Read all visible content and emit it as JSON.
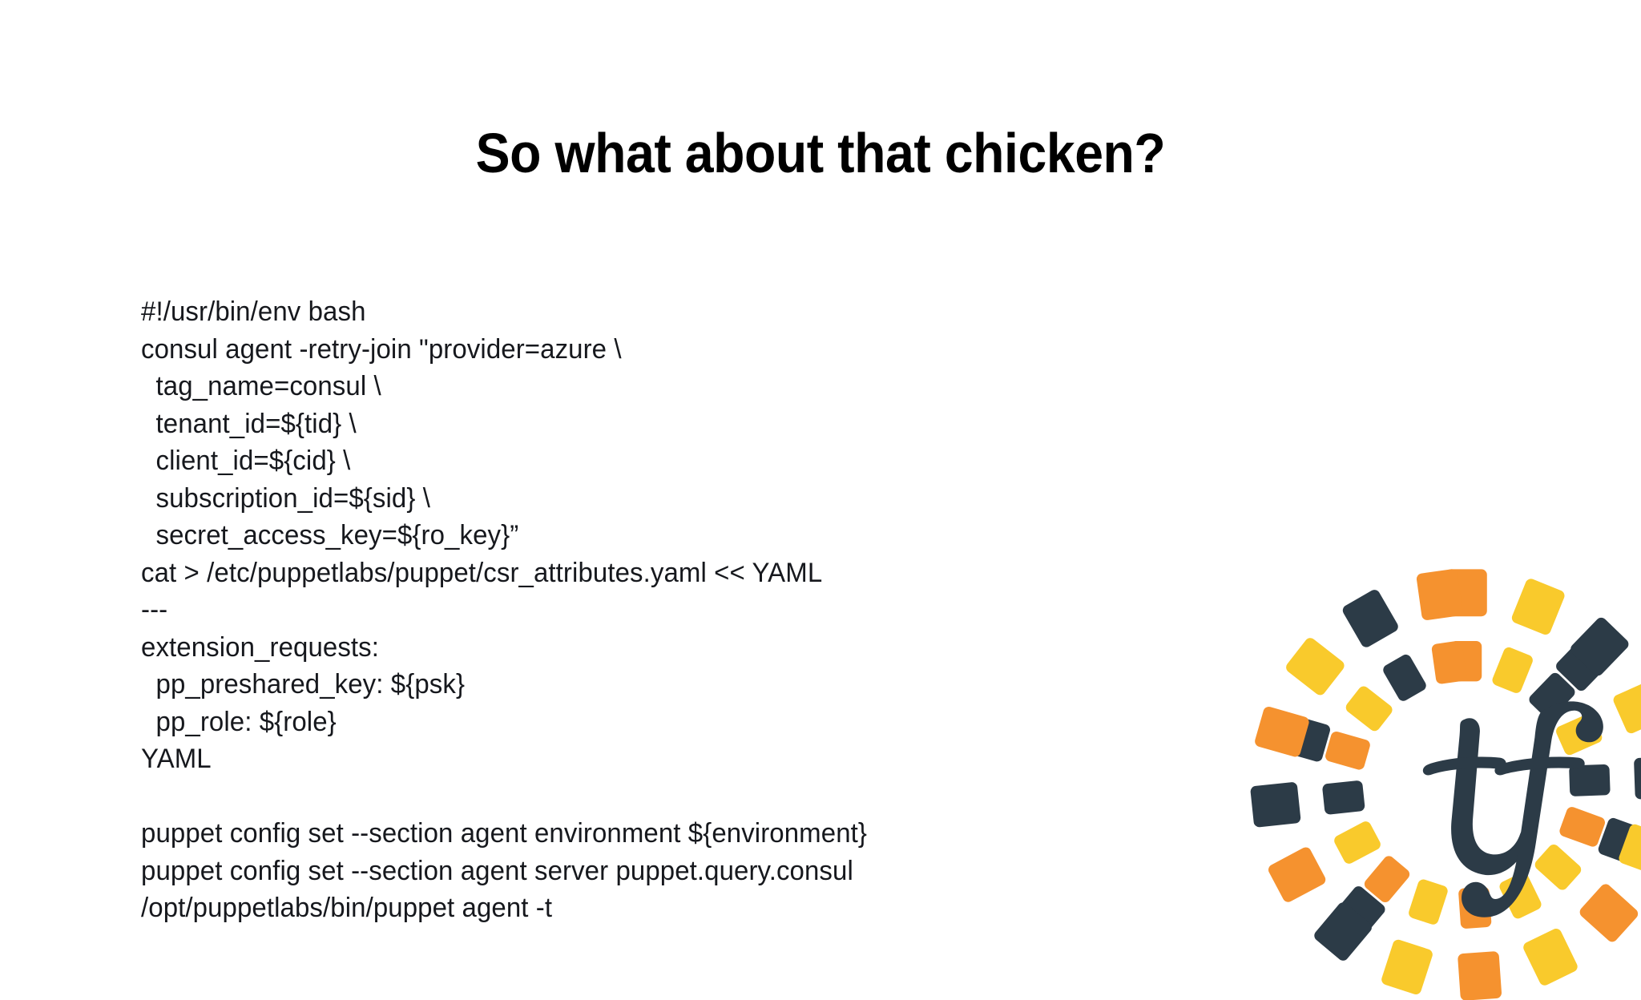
{
  "slide": {
    "background_color": "#ffffff",
    "title": "So what about that chicken?",
    "code_lines": [
      "#!/usr/bin/env bash",
      "consul agent -retry-join \"provider=azure \\",
      "  tag_name=consul \\",
      "  tenant_id=${tid} \\",
      "  client_id=${cid} \\",
      "  subscription_id=${sid} \\",
      "  secret_access_key=${ro_key}”",
      "cat > /etc/puppetlabs/puppet/csr_attributes.yaml << YAML",
      "---",
      "extension_requests:",
      "  pp_preshared_key: ${psk}",
      "  pp_role: ${role}",
      "YAML",
      "",
      "puppet config set --section agent environment ${environment}",
      "puppet config set --section agent server puppet.query.consul",
      "/opt/puppetlabs/bin/puppet agent -t"
    ],
    "text_color": "#16181d"
  },
  "logo": {
    "name": "terraform-logo",
    "monogram": "tf",
    "colors": {
      "orange": "#F5922F",
      "yellow": "#F9CA2C",
      "navy": "#2C3B47"
    },
    "inner_ring": [
      {
        "angle": -90,
        "color": "#F5922F"
      },
      {
        "angle": -68,
        "color": "#F9CA2C"
      },
      {
        "angle": -46,
        "color": "#2C3B47"
      },
      {
        "angle": -24,
        "color": "#F9CA2C"
      },
      {
        "angle": -2,
        "color": "#2C3B47"
      },
      {
        "angle": 20,
        "color": "#F5922F"
      },
      {
        "angle": 42,
        "color": "#F9CA2C"
      },
      {
        "angle": 64,
        "color": "#F9CA2C"
      },
      {
        "angle": 86,
        "color": "#F5922F"
      },
      {
        "angle": 108,
        "color": "#F9CA2C"
      },
      {
        "angle": 130,
        "color": "#F5922F"
      },
      {
        "angle": 152,
        "color": "#F9CA2C"
      },
      {
        "angle": 174,
        "color": "#2C3B47"
      },
      {
        "angle": 196,
        "color": "#F5922F"
      },
      {
        "angle": 218,
        "color": "#F9CA2C"
      },
      {
        "angle": 240,
        "color": "#2C3B47"
      },
      {
        "angle": 262,
        "color": "#F5922F"
      }
    ],
    "outer_ring": [
      {
        "angle": -90,
        "color": "#F5922F"
      },
      {
        "angle": -68,
        "color": "#F9CA2C"
      },
      {
        "angle": -46,
        "color": "#2C3B47"
      },
      {
        "angle": -24,
        "color": "#F9CA2C"
      },
      {
        "angle": -2,
        "color": "#2C3B47"
      },
      {
        "angle": 20,
        "color": "#F9CA2C"
      },
      {
        "angle": 42,
        "color": "#F5922F"
      },
      {
        "angle": 64,
        "color": "#F9CA2C"
      },
      {
        "angle": 86,
        "color": "#F5922F"
      },
      {
        "angle": 108,
        "color": "#F9CA2C"
      },
      {
        "angle": 130,
        "color": "#2C3B47"
      },
      {
        "angle": 152,
        "color": "#F5922F"
      },
      {
        "angle": 174,
        "color": "#2C3B47"
      },
      {
        "angle": 196,
        "color": "#F5922F"
      },
      {
        "angle": 218,
        "color": "#F9CA2C"
      },
      {
        "angle": 240,
        "color": "#2C3B47"
      },
      {
        "angle": 262,
        "color": "#F5922F"
      }
    ],
    "mid_ring": [
      {
        "angle": -46,
        "color": "#2C3B47"
      },
      {
        "angle": 20,
        "color": "#2C3B47"
      },
      {
        "angle": 130,
        "color": "#2C3B47"
      },
      {
        "angle": 196,
        "color": "#2C3B47"
      }
    ]
  }
}
